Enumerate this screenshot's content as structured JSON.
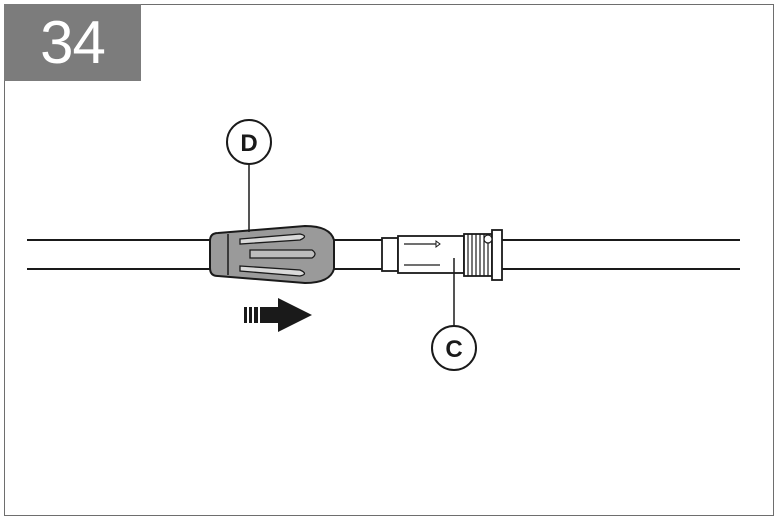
{
  "step": {
    "number": "34"
  },
  "callouts": {
    "d": {
      "label": "D"
    },
    "c": {
      "label": "C"
    }
  },
  "colors": {
    "badge": "#7c7c7c",
    "nut": "#9a9a9a",
    "outline": "#1a1a1a",
    "arrow": "#1a1a1a"
  },
  "arrow": {
    "direction": "right"
  }
}
